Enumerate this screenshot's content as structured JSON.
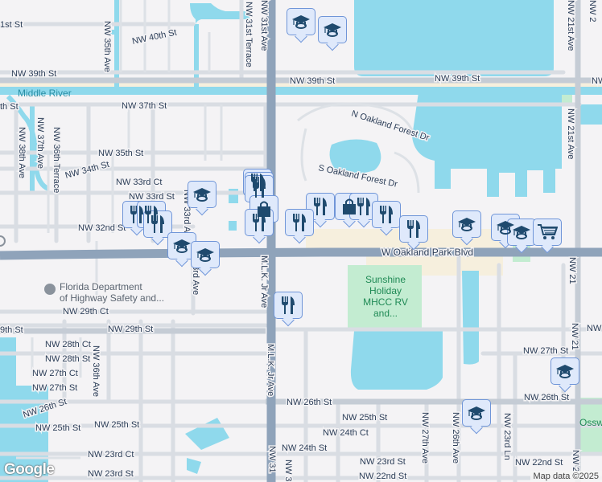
{
  "map": {
    "streets": {
      "nw_41st_st": "1st St",
      "nw_40th_st": "NW 40th St",
      "nw_39th_st_w": "NW 39th St",
      "nw_39th_st_e": "NW 39th St",
      "nw_37th_st_w": "th St",
      "nw_37th_st": "NW 37th St",
      "nw_35th_st": "NW 35th St",
      "nw_34th_st": "NW 34th St",
      "nw_33rd_ct": "NW 33rd Ct",
      "nw_33rd_st": "NW 33rd St",
      "nw_32nd_st": "NW 32nd St",
      "nw_35th_ave": "NW 35th Ave",
      "nw_31st_terrace": "NW 31st Terrace",
      "nw_31st_ave": "NW 31st Ave",
      "nw_38th_ave": "NW 38th Ave",
      "nw_37th_ave": "NW 37th Ave",
      "nw_36th_terrace": "NW 36th Terrace",
      "nw_33rd_ave": "NW 33rd Ave",
      "nw_33rd_ave_s": "33rd Ave",
      "n_oakland_forest_dr": "N Oakland Forest Dr",
      "s_oakland_forest_dr": "S Oakland Forest Dr",
      "w_oakland_park_blvd": "W Oakland Park Blvd",
      "nw_29th_ct": "NW 29th Ct",
      "nw_29th_st_w": "9th St",
      "nw_29th_st": "NW 29th St",
      "nw_28th_ct": "NW 28th Ct",
      "nw_28th_st": "NW 28th St",
      "nw_27th_ct": "NW 27th Ct",
      "nw_27th_st_w": "NW 27th St",
      "nw_36th_ave": "NW 36th Ave",
      "mlk_jr_ave_1": "M.L.K. Jr Ave",
      "mlk_jr_ave_2": "M.L.K. Jr Ave",
      "nw_26th_st_w": "NW 26th St",
      "nw_25th_st_w": "NW 25th St",
      "nw_25th_st": "NW 25th St",
      "nw_26th_st": "NW 26th St",
      "nw_26th_st_e": "NW 26th St",
      "nw_25th_st_e": "NW 25th St",
      "nw_24th_ct": "NW 24th Ct",
      "nw_24th_st": "NW 24th St",
      "nw_23rd_ct": "NW 23rd Ct",
      "nw_23rd_st_w": "NW 23rd St",
      "nw_23rd_st": "NW 23rd St",
      "nw_22nd_st": "NW 22nd St",
      "nw_22nd_st_e": "NW 22nd St",
      "nw_27th_ave": "NW 27th Ave",
      "nw_26th_ave": "NW 26th Ave",
      "nw_23rd_ln": "NW 23rd Ln",
      "nw_27th_st": "NW 27th St",
      "nw_21st_ave_top": "NW 21st Ave",
      "nw_21st_ave_mid": "NW 21st Ave",
      "nw_21st_ave_low": "NW 21",
      "nw_21st_ave_bot": "NW 21",
      "nw_top_right": "NW 2",
      "nw_right_mid": "NW 2",
      "nw_right_29": "NW",
      "nw_31_bottom": "NW 31",
      "nw_3_bottom": "NW 3"
    },
    "water": {
      "middle_river": "Middle River"
    },
    "places": {
      "fl_dept": [
        "Florida Department",
        "of Highway Safety and..."
      ],
      "sunshine": [
        "Sunshine",
        "Holiday",
        "MHCC RV",
        "and..."
      ],
      "osswald": "Ossw"
    },
    "colors": {
      "background": "#f4f3f5",
      "water": "#8fd9ec",
      "park": "#c3ecd1",
      "major_road": "#8fa3ba",
      "marker_fill": "#dfe9fb",
      "marker_border": "#6f95d8",
      "marker_icon": "#1f4a6e"
    }
  },
  "marker_types": [
    "school-icon",
    "restaurant-icon",
    "shopping-bag-icon",
    "shopping-cart-icon"
  ],
  "branding": {
    "logo": "Google",
    "attribution": "Map data ©2025"
  }
}
